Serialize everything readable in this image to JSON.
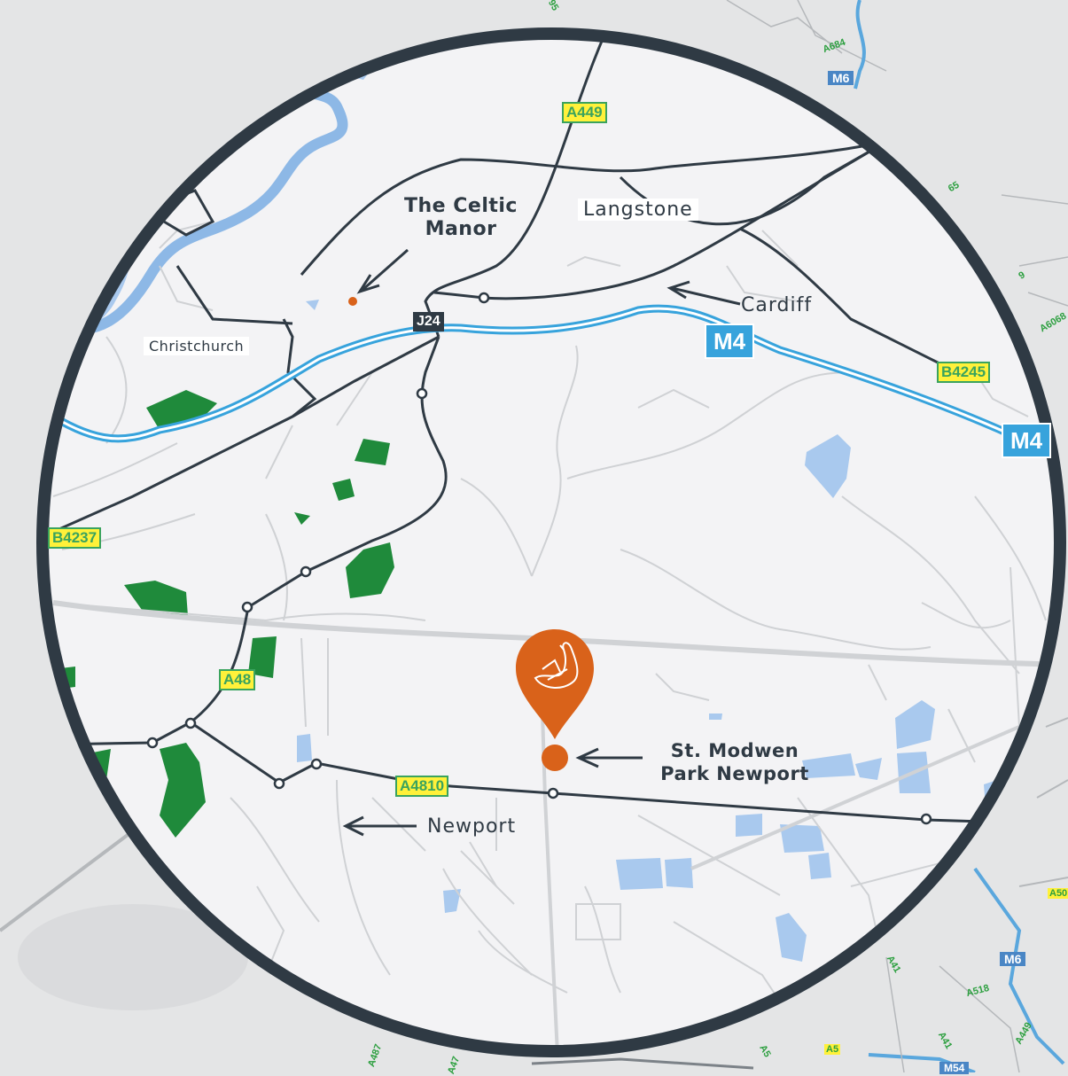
{
  "map": {
    "places": {
      "celtic_manor": "The Celtic\nManor",
      "langstone": "Langstone",
      "christchurch": "Christchurch",
      "cardiff": "Cardiff",
      "newport": "Newport",
      "st_modwen": "St. Modwen\nPark Newport"
    },
    "roads": {
      "a449": "A449",
      "b4245": "B4245",
      "b4237": "B4237",
      "a48": "A48",
      "a4810": "A4810",
      "m4_main": "M4",
      "m4_east": "M4",
      "j24": "J24"
    },
    "outside": {
      "a684": "A684",
      "m6_top": "M6",
      "m6_bottom": "M6",
      "a518": "A518",
      "a449_small": "A449",
      "a41_a": "A41",
      "a41_b": "A41",
      "a5_a": "A5",
      "a5_b": "A5",
      "a487": "A487",
      "a47": "A47",
      "a50": "A50",
      "m54": "M54",
      "n95": "95",
      "n65": "65",
      "a6068": "A6068",
      "n9": "9"
    },
    "colors": {
      "accent": "#d9621a",
      "ring": "#2f3a44",
      "motorway": "#37a3dc",
      "woodland": "#1f8a3b",
      "water": "#a9c9ee",
      "land_inside": "#f3f3f5",
      "land_outside": "#e4e5e6"
    },
    "marker_icon": "swan-icon"
  }
}
